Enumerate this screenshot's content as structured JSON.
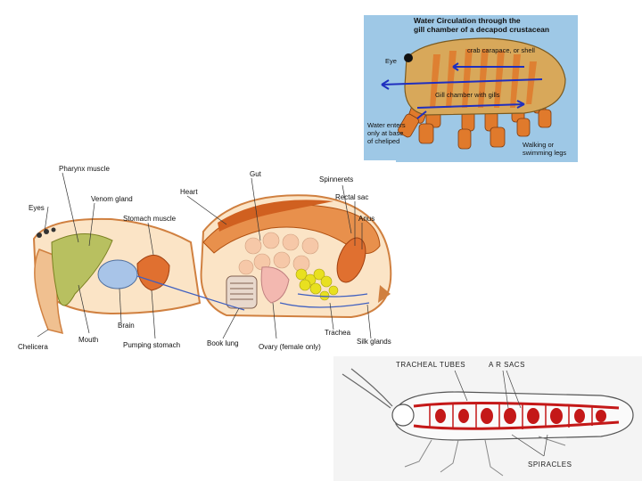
{
  "crustacean": {
    "title_line1": "Water Circulation through the",
    "title_line2": "gill chamber of a decapod crustacean",
    "labels": {
      "carapace": "crab carapace, or shell",
      "eye": "Eye",
      "gill_chamber": "Gill chamber with gills",
      "water_enters_1": "Water enters",
      "water_enters_2": "only at base",
      "water_enters_3": "of cheliped",
      "legs_1": "Walking or",
      "legs_2": "swimming legs"
    },
    "colors": {
      "background": "#9ec8e6",
      "shell": "#d8a85a",
      "arrows": "#1f2fbf",
      "legs": "#e07a2c"
    }
  },
  "spider": {
    "labels": {
      "pharynx_muscle": "Pharynx muscle",
      "gut": "Gut",
      "spinnerets": "Spinnerets",
      "eyes": "Eyes",
      "venom_gland": "Venom gland",
      "heart": "Heart",
      "rectal_sac": "Rectal sac",
      "stomach_muscle": "Stomach muscle",
      "anus": "Anus",
      "brain": "Brain",
      "trachea": "Trachea",
      "chelicera": "Chelicera",
      "mouth": "Mouth",
      "pumping_stomach": "Pumping stomach",
      "book_lung": "Book lung",
      "ovary": "Ovary (female only)",
      "silk_glands": "Silk glands"
    },
    "colors": {
      "body": "#f0a860",
      "gut": "#e07030",
      "venom": "#9aa840",
      "brain": "#a8c4e8",
      "silk": "#e8e020"
    }
  },
  "insect": {
    "labels": {
      "tracheal_tubes": "TRACHEAL TUBES",
      "air_sacs": "A R SACS",
      "spiracles": "SPIRACLES"
    },
    "colors": {
      "tubes": "#c41818",
      "outline": "#555555"
    }
  }
}
